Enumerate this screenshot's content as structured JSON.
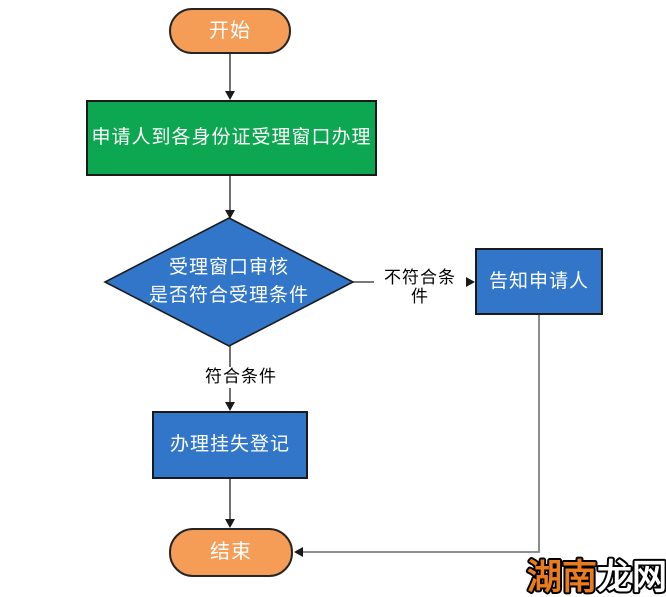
{
  "flowchart": {
    "title_hint": "ID card loss registration flow",
    "nodes": {
      "start": {
        "label": "开始",
        "shape": "terminal"
      },
      "apply": {
        "label": "申请人到各身份证受理窗口办理",
        "shape": "process"
      },
      "review": {
        "line1": "受理窗口审核",
        "line2": "是否符合受理条件",
        "shape": "decision"
      },
      "inform": {
        "label": "告知申请人",
        "shape": "action"
      },
      "register": {
        "label": "办理挂失登记",
        "shape": "action"
      },
      "end": {
        "label": "结束",
        "shape": "terminal"
      }
    },
    "edge_labels": {
      "not_qualified": "不符合条件",
      "qualified": "符合条件"
    },
    "colors": {
      "terminal_fill": "#F59D56",
      "process_fill": "#0CA750",
      "decision_fill": "#3176C9",
      "action_fill": "#3176C9",
      "node_text": "#FFFFFF",
      "edge_label_text": "#000000",
      "connector": "#4d4d4d",
      "return_connector": "#808080",
      "arrowhead": "#1a1a1a",
      "background": "#FFFFFF"
    }
  },
  "watermark": {
    "part1": "湖南",
    "part2": "龙网",
    "part1_color": "#E87C1E",
    "part2_color": "#FFFFFF",
    "outline_color": "#000000"
  }
}
